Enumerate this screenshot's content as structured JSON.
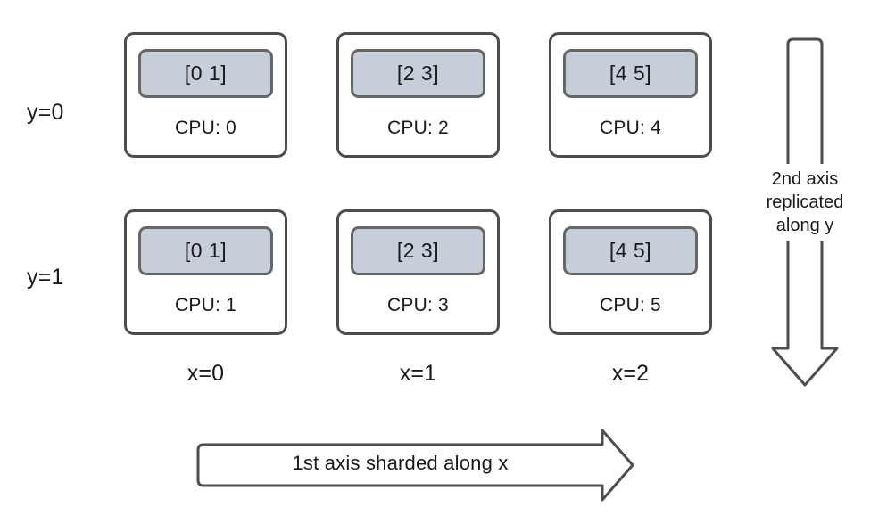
{
  "diagram": {
    "title": "mesh-sharding-2x3",
    "colors": {
      "card_border": "#4d4d4d",
      "card_fill": "#ffffff",
      "chunk_fill": "#c6ced9",
      "chunk_border": "#666666",
      "arrow_stroke": "#4d4d4d",
      "text": "#1a1a1a",
      "background": "#ffffff"
    }
  },
  "row_labels": [
    {
      "text": "y=0"
    },
    {
      "text": "y=1"
    }
  ],
  "col_labels": [
    {
      "text": "x=0"
    },
    {
      "text": "x=1"
    },
    {
      "text": "x=2"
    }
  ],
  "cards": [
    {
      "chunk": "[0 1]",
      "cpu": "CPU: 0",
      "row": 0,
      "col": 0
    },
    {
      "chunk": "[2 3]",
      "cpu": "CPU: 2",
      "row": 0,
      "col": 1
    },
    {
      "chunk": "[4 5]",
      "cpu": "CPU: 4",
      "row": 0,
      "col": 2
    },
    {
      "chunk": "[0 1]",
      "cpu": "CPU: 1",
      "row": 1,
      "col": 0
    },
    {
      "chunk": "[2 3]",
      "cpu": "CPU: 3",
      "row": 1,
      "col": 1
    },
    {
      "chunk": "[4 5]",
      "cpu": "CPU: 5",
      "row": 1,
      "col": 2
    }
  ],
  "arrows": {
    "horizontal": {
      "label": "1st axis sharded along x",
      "direction": "right"
    },
    "vertical": {
      "label_lines": [
        "2nd axis",
        "replicated",
        "along y"
      ],
      "direction": "down"
    }
  }
}
